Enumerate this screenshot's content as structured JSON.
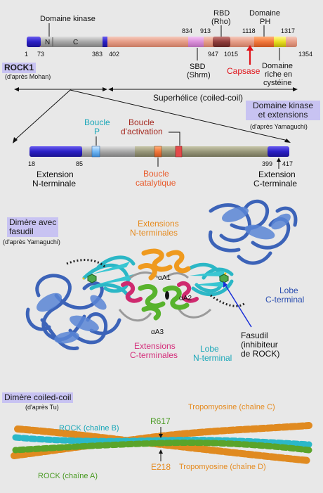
{
  "rock1": {
    "label": "ROCK1",
    "source": "(d'après Mohan)",
    "kinase_domain": "Domaine kinase",
    "n_lobe": "N",
    "c_lobe": "C",
    "rbd": "RBD\n(Rho)",
    "ph": "Domaine\nPH",
    "sbd": "SBD\n(Shrm)",
    "capsase": "Capsase",
    "crd": "Domaine\nriche en\ncystéine",
    "coiled_coil": "Superhélice (coiled-coil)",
    "nums": {
      "n1": "1",
      "n73": "73",
      "n383": "383",
      "n402": "402",
      "n834": "834",
      "n913": "913",
      "n947": "947",
      "n1015": "1015",
      "n1118": "1118",
      "n1317": "1317",
      "n1354": "1354"
    }
  },
  "kinase_ext": {
    "label": "Domaine kinase\net extensions",
    "source": "(d'après Yamaguchi)",
    "loop_p": "Boucle\nP",
    "loop_act": "Boucle\nd'activation",
    "loop_cat": "Boucle\ncatalytique",
    "ext_n": "Extension\nN-terminale",
    "ext_c": "Extension\nC-terminale",
    "nums": {
      "n18": "18",
      "n85": "85",
      "n399": "399",
      "n417": "417"
    }
  },
  "dimer_fasudil": {
    "label": "Dimère avec\nfasudil",
    "source": "(d'après Yamaguchi)",
    "ext_n": "Extensions\nN-terminales",
    "ext_c": "Extensions\nC-terminales",
    "aA1": "αA1",
    "aA2": "αA2",
    "aA3": "αA3",
    "lobe_c": "Lobe\nC-terminal",
    "lobe_n": "Lobe\nN-terminal",
    "fasudil": "Fasudil\n(inhibiteur\nde ROCK)"
  },
  "dimer_cc": {
    "label": "Dimère coiled-coil",
    "source": "(d'après Tu)",
    "tropo_c": "Tropomyosine (chaîne C)",
    "tropo_d": "Tropomyosine (chaîne D)",
    "rock_b": "ROCK (chaîne B)",
    "rock_a": "ROCK (chaîne A)",
    "r617": "R617",
    "e218": "E218"
  },
  "colors": {
    "kinase_blue": "#3a2fd0",
    "coil_salmon": "#e7a392",
    "orange_label": "#e58a1e",
    "teal_label": "#1aa7b8",
    "red_label": "#c0392b",
    "pink_label": "#d42d7a",
    "green_label": "#4a9a23",
    "blue_label": "#2c4fb0"
  }
}
